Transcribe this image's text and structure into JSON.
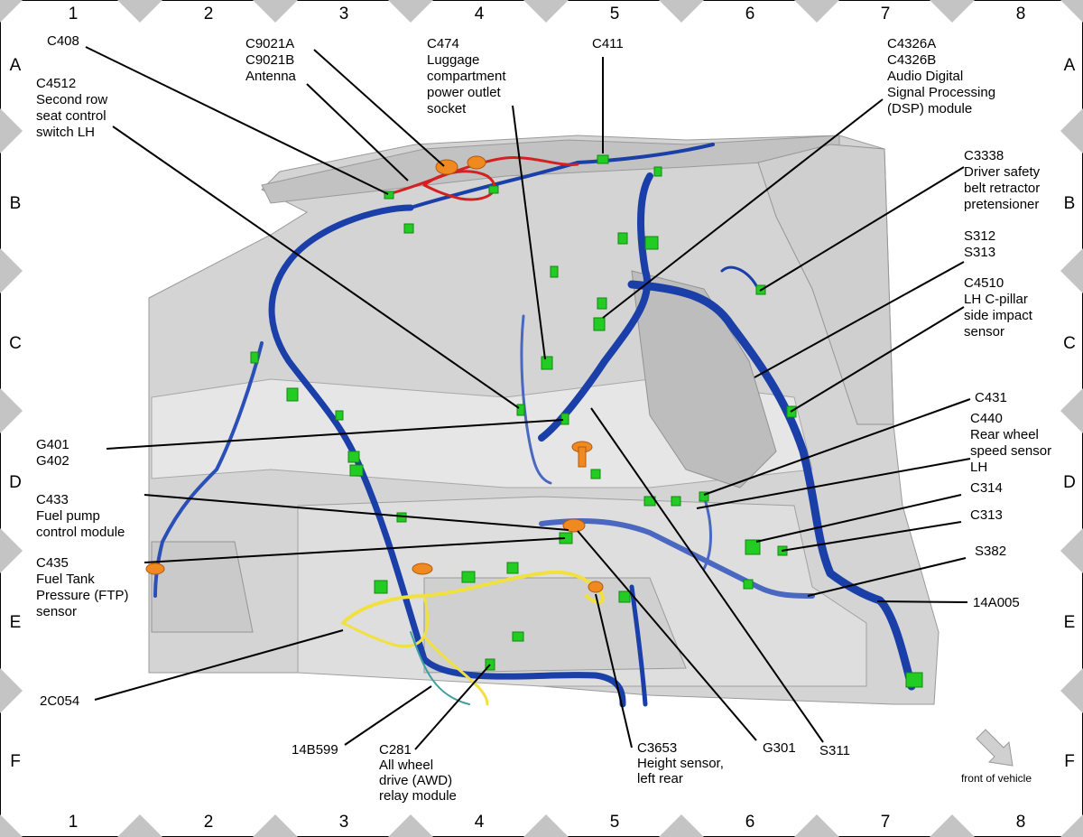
{
  "grid": {
    "columns": [
      "1",
      "2",
      "3",
      "4",
      "5",
      "6",
      "7",
      "8"
    ],
    "rows": [
      "A",
      "B",
      "C",
      "D",
      "E",
      "F"
    ]
  },
  "labels": {
    "c408": [
      "C408"
    ],
    "c4512": [
      "C4512",
      "Second row",
      "seat control",
      "switch LH"
    ],
    "c9021": [
      "C9021A",
      "C9021B",
      "Antenna"
    ],
    "c474": [
      "C474",
      "Luggage",
      "compartment",
      "power outlet",
      "socket"
    ],
    "c411": [
      "C411"
    ],
    "c4326": [
      "C4326A",
      "C4326B",
      "Audio Digital",
      "Signal Processing",
      "(DSP) module"
    ],
    "c3338": [
      "C3338",
      "Driver safety",
      "belt retractor",
      "pretensioner"
    ],
    "s312": [
      "S312",
      "S313"
    ],
    "c4510": [
      "C4510",
      "LH C-pillar",
      "side impact",
      "sensor"
    ],
    "c431": [
      "C431"
    ],
    "c440": [
      "C440",
      "Rear wheel",
      "speed sensor",
      "LH"
    ],
    "c314": [
      "C314"
    ],
    "c313": [
      "C313"
    ],
    "s382": [
      "S382"
    ],
    "w14a005": [
      "14A005"
    ],
    "g401": [
      "G401",
      "G402"
    ],
    "c433": [
      "C433",
      "Fuel pump",
      "control module"
    ],
    "c435": [
      "C435",
      "Fuel Tank",
      "Pressure (FTP)",
      "sensor"
    ],
    "w2c054": [
      "2C054"
    ],
    "w14b599": [
      "14B599"
    ],
    "c281": [
      "C281",
      "All wheel",
      "drive (AWD)",
      "relay module"
    ],
    "c3653": [
      "C3653",
      "Height sensor,",
      "left rear"
    ],
    "g301": [
      "G301"
    ],
    "s311": [
      "S311"
    ],
    "front": [
      "front of vehicle"
    ]
  },
  "colors": {
    "harness_main": "#1a3fa8",
    "harness_light": "#4a68c0",
    "harness_red": "#d42020",
    "harness_yellow": "#f0e040",
    "harness_teal": "#3aa0a0",
    "connector": "#22cc22",
    "ground_orange": "#f08a20",
    "body_gray": "#c8c8c8",
    "border_diamond": "#c4c4c4"
  }
}
